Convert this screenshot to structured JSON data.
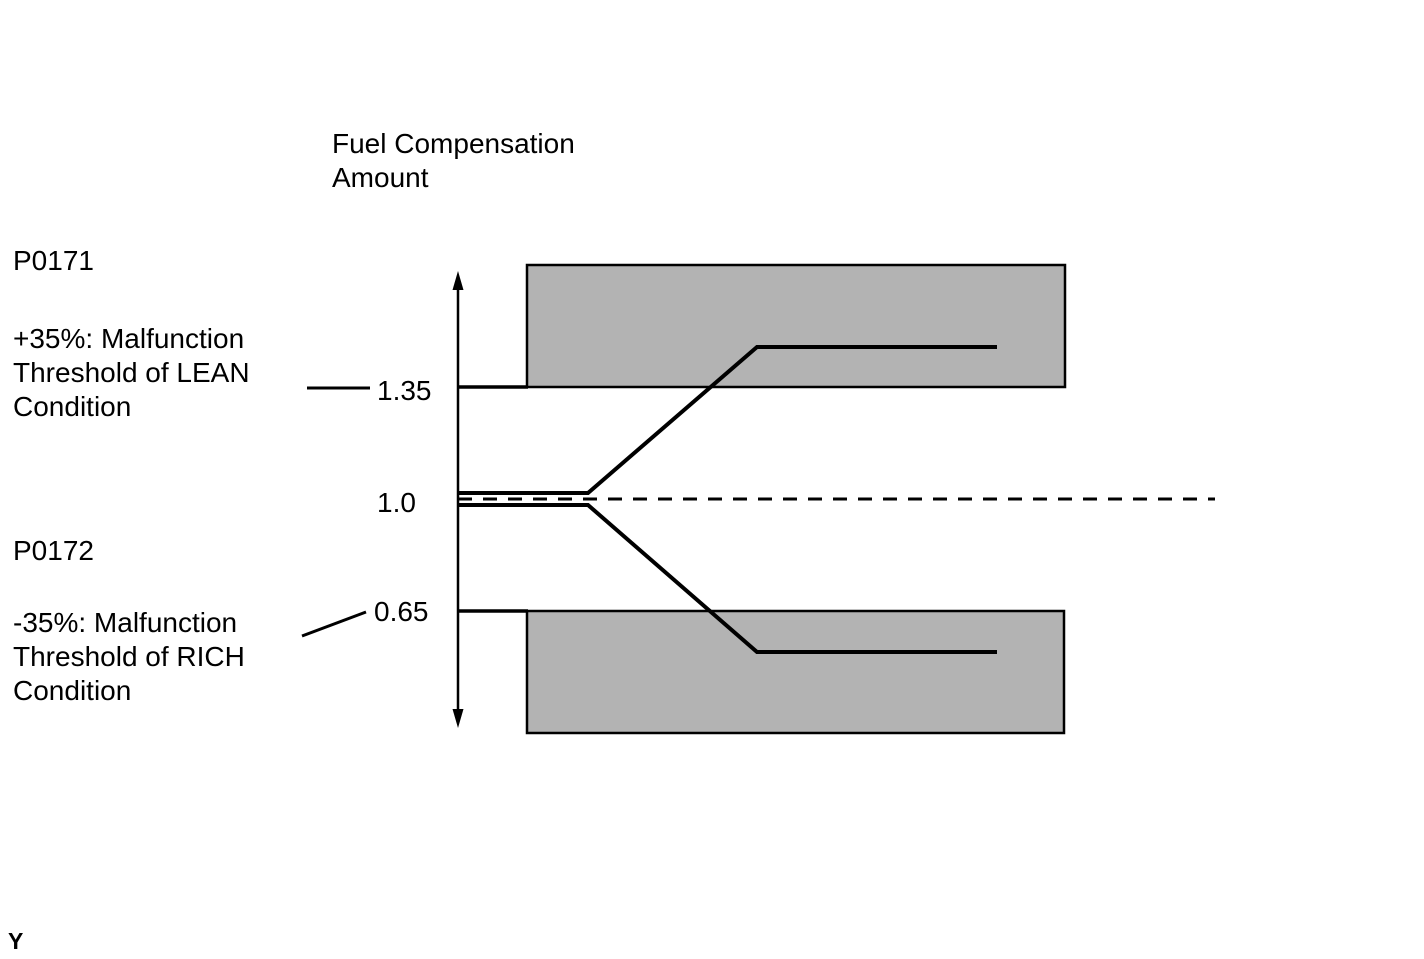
{
  "diagram": {
    "title": "Fuel Compensation\nAmount",
    "axis_values": {
      "upper": "1.35",
      "center": "1.0",
      "lower": "0.65"
    },
    "lean": {
      "code": "P0171",
      "note": "+35%: Malfunction\nThreshold of LEAN\nCondition"
    },
    "rich": {
      "code": "P0172",
      "note": "-35%: Malfunction\nThreshold of RICH\nCondition"
    },
    "corner_label": "Y",
    "colors": {
      "background": "#ffffff",
      "line": "#000000",
      "malfunction_region_fill": "#b3b3b3"
    }
  }
}
